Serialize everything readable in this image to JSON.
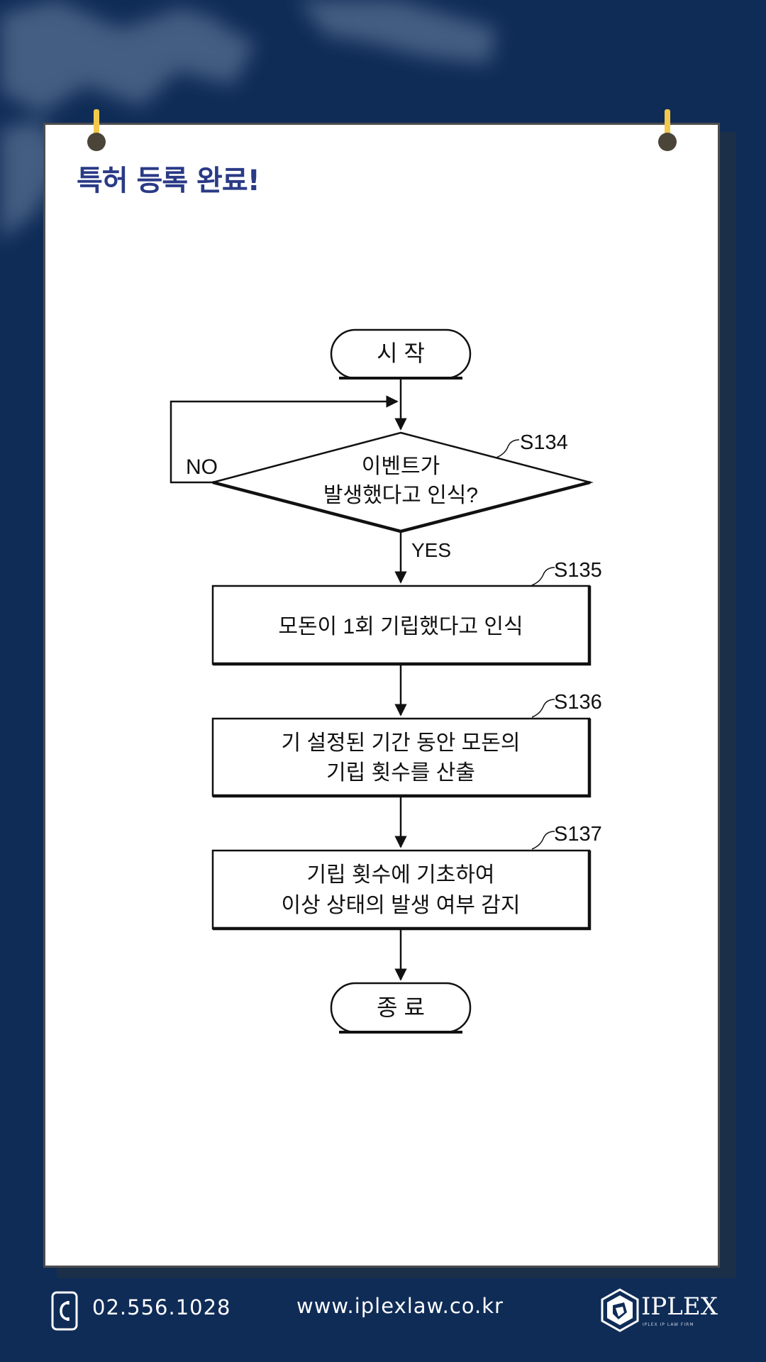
{
  "notice": {
    "title": "특허 등록 완료!"
  },
  "flowchart": {
    "start": "시 작",
    "decision": {
      "step": "S134",
      "line1": "이벤트가",
      "line2": "발생했다고 인식?",
      "no": "NO",
      "yes": "YES"
    },
    "s135": {
      "step": "S135",
      "line1": "모돈이 1회 기립했다고 인식"
    },
    "s136": {
      "step": "S136",
      "line1": "기 설정된 기간 동안 모돈의",
      "line2": "기립 횟수를 산출"
    },
    "s137": {
      "step": "S137",
      "line1": "기립 횟수에 기초하여",
      "line2": "이상 상태의 발생 여부 감지"
    },
    "end": "종 료"
  },
  "footer": {
    "phone": "02.556.1028",
    "url": "www.iplexlaw.co.kr",
    "logo_text": "IPLEX",
    "logo_subtext": "IPLEX IP LAW FIRM",
    "phone_icon": "phone-icon",
    "logo_icon": "iplex-logo-icon"
  },
  "colors": {
    "background": "#0f2c57",
    "title": "#2a3a86",
    "card": "#ffffff",
    "pin": "#f2c94c"
  }
}
